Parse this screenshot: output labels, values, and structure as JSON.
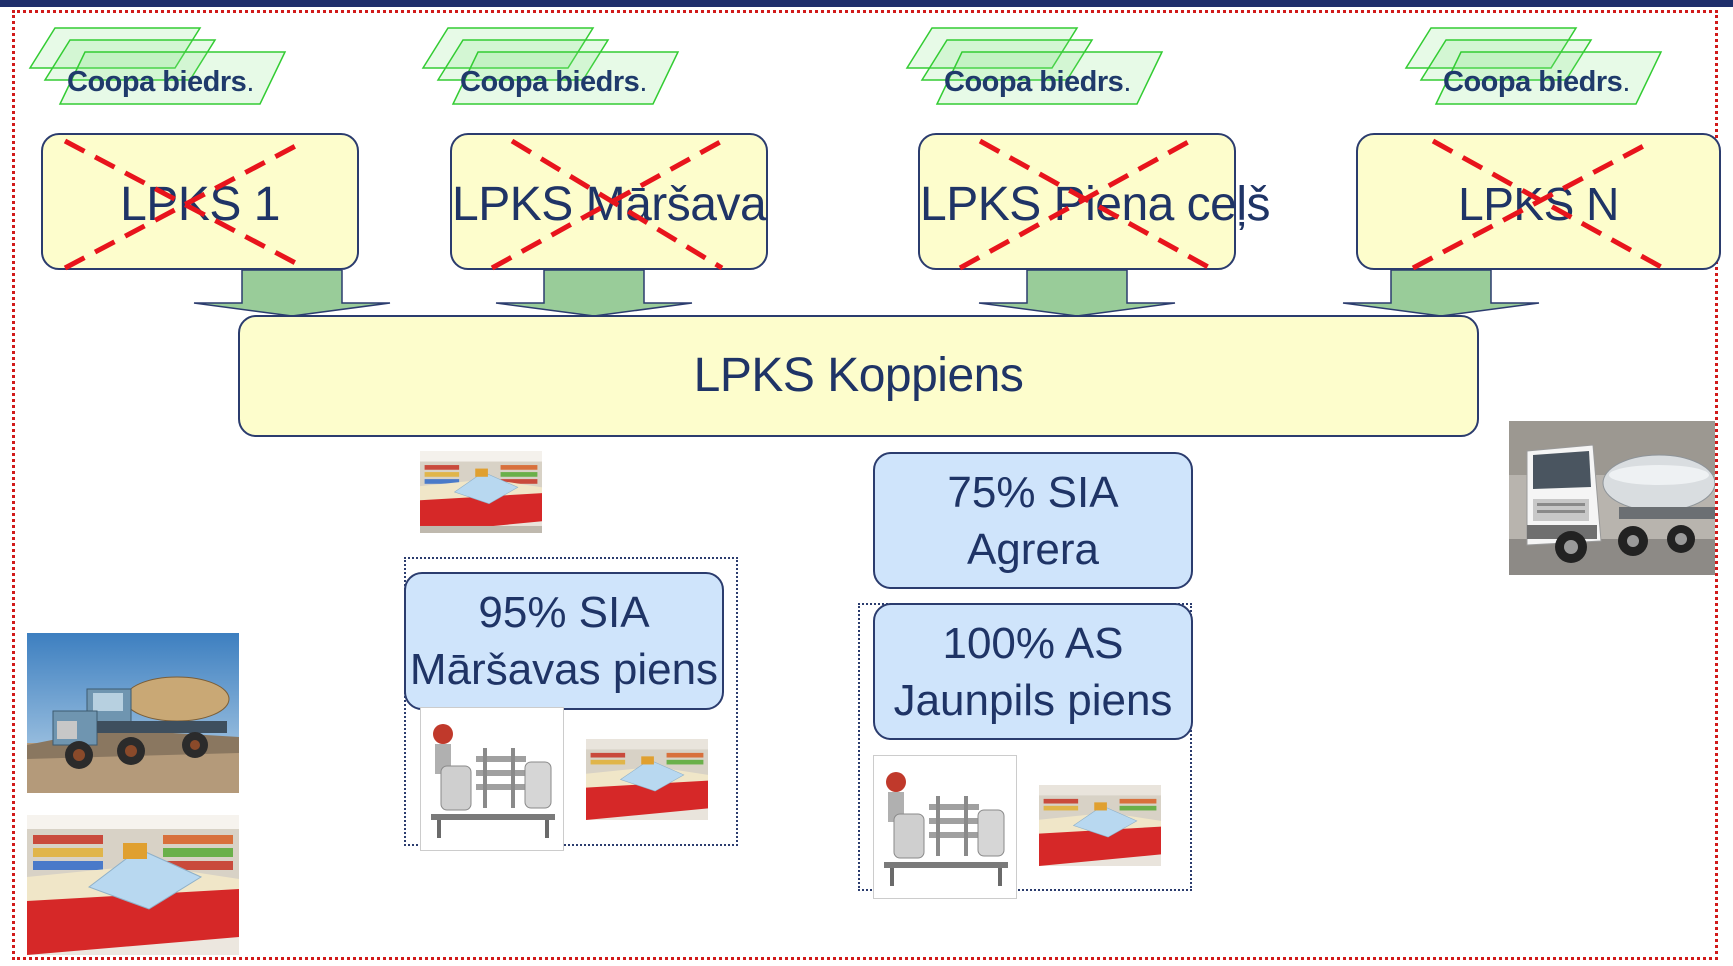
{
  "members": [
    {
      "label": "Coopa biedrs",
      "suffix": "."
    },
    {
      "label": "Coopa biedrs",
      "suffix": "."
    },
    {
      "label": "Coopa biedrs",
      "suffix": "."
    },
    {
      "label": "Coopa biedrs",
      "suffix": "."
    }
  ],
  "cooperatives": [
    {
      "label": "LPKS 1"
    },
    {
      "label": "LPKS Māršava"
    },
    {
      "label": "LPKS Piena ceļš"
    },
    {
      "label": "LPKS N"
    }
  ],
  "central": {
    "label": "LPKS Koppiens"
  },
  "subsidiaries": {
    "marsavas": {
      "line1": "95% SIA",
      "line2": "Māršavas piens"
    },
    "agrera": {
      "line1": "75% SIA",
      "line2": "Agrera"
    },
    "jaunpils": {
      "line1": "100% AS",
      "line2": "Jaunpils piens"
    }
  },
  "colors": {
    "frame_border": "#d11a1a",
    "top_bar": "#1f2f6b",
    "coop_fill": "#fdfdcc",
    "subsidiary_fill": "#cfe4fb",
    "arrow_fill": "#99cc99",
    "cross": "#e8141c",
    "text": "#1f3466",
    "member_shape": "#33cc33"
  },
  "images": [
    "old-milk-truck-photo",
    "supermarket-shelf-photo",
    "modern-milk-tanker-photo",
    "dairy-processing-equipment-photo"
  ]
}
